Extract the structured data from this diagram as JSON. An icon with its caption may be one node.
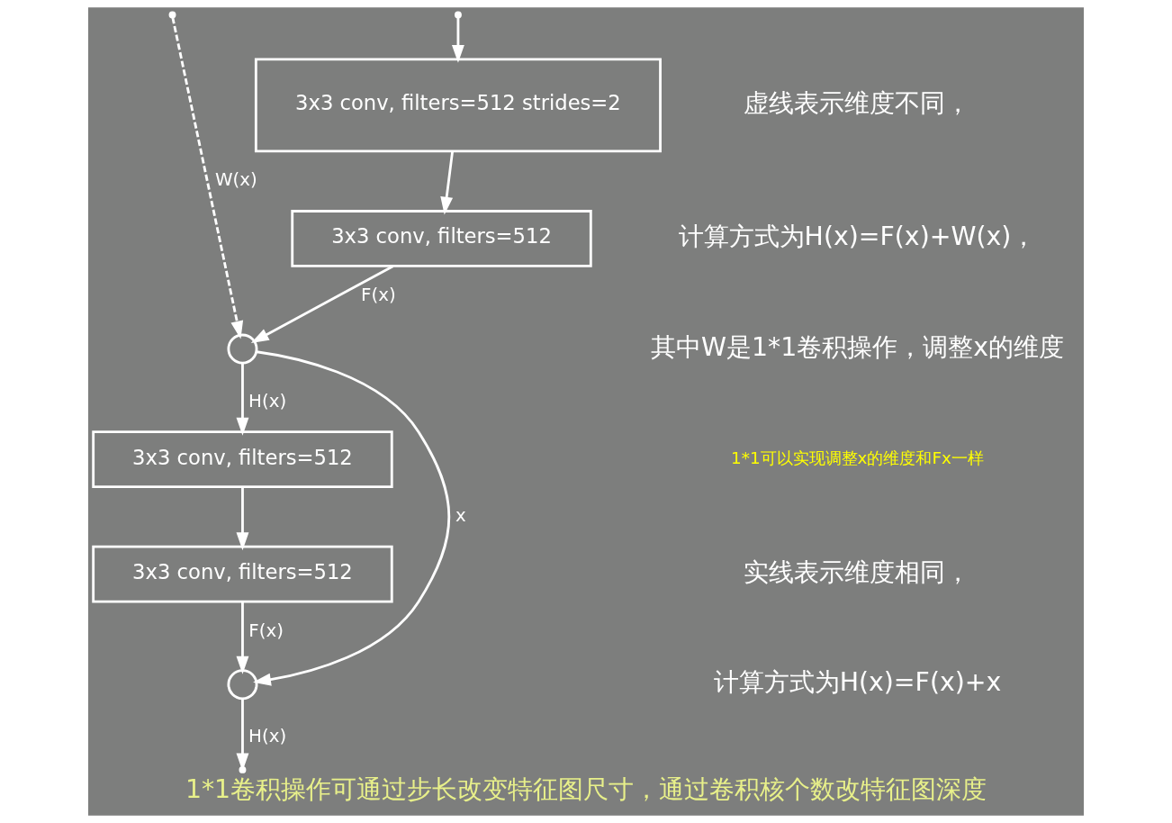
{
  "diagram": {
    "caption": "1*1卷积操作可通过步长改变特征图尺寸，通过卷积核个数改特征图深度",
    "nodes": [
      {
        "text": [
          "3x3 conv, filters=512 strides=2"
        ]
      },
      {
        "text": [
          "3x3 conv, filters=512"
        ]
      },
      {
        "text": [],
        "shape": "circle"
      },
      {
        "text": [
          "3x3 conv, filters=512"
        ]
      },
      {
        "text": [
          "3x3 conv, filters=512"
        ]
      },
      {
        "text": [],
        "shape": "circle"
      }
    ],
    "edges": [
      {
        "from": null,
        "to": 0,
        "arrow": "to"
      },
      {
        "from": 0,
        "to": 1,
        "arrow": "to"
      },
      {
        "from": 1,
        "to": 2,
        "arrow": "to",
        "label": "F(x)"
      },
      {
        "from": null,
        "to": 2,
        "arrow": "to",
        "label": "W(x)",
        "style": "dashed"
      },
      {
        "from": 2,
        "to": 3,
        "arrow": "to",
        "label": "H(x)"
      },
      {
        "from": 2,
        "to": 5,
        "arrow": "to",
        "label": "x"
      },
      {
        "from": 3,
        "to": 4,
        "arrow": "to"
      },
      {
        "from": 4,
        "to": 5,
        "arrow": "to",
        "label": "F(x)"
      },
      {
        "from": 5,
        "to": null,
        "arrow": "to",
        "label": "H(x)"
      }
    ],
    "labels": [
      "虚线表示维度不同，",
      "计算方式为H(x)=F(x)+W(x)，",
      "其中W是1*1卷积操作，调整x的维度",
      "1*1可以实现调整x的维度和Fx一样",
      "实线表示维度相同，",
      "计算方式为H(x)=F(x)+x"
    ]
  }
}
